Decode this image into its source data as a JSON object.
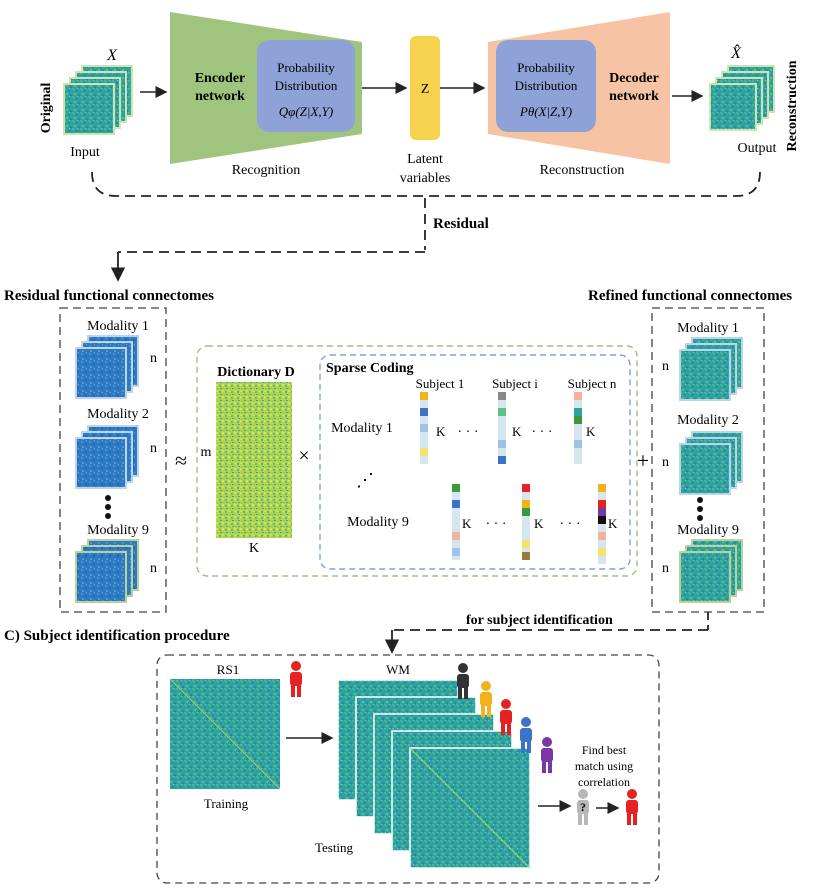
{
  "vae": {
    "input_symbol": "X",
    "output_symbol": "X̂",
    "original_label": "Original",
    "input_label": "Input",
    "encoder_label_1": "Encoder",
    "encoder_label_2": "network",
    "enc_prob_1": "Probability",
    "enc_prob_2": "Distribution",
    "enc_formula": "Qφ(Z|X,Y)",
    "latent_symbol": "Z",
    "latent_label_1": "Latent",
    "latent_label_2": "variables",
    "dec_prob_1": "Probability",
    "dec_prob_2": "Distribution",
    "dec_formula": "Pθ(X|Z,Y)",
    "decoder_label_1": "Decoder",
    "decoder_label_2": "network",
    "output_label": "Output",
    "reconstruction_side_label": "Reconstruction",
    "recognition_label": "Recognition",
    "reconstruction_label": "Reconstruction",
    "residual_label": "Residual"
  },
  "decomposition": {
    "residual_title": "Residual functional connectomes",
    "refined_title": "Refined functional connectomes",
    "modality_1": "Modality 1",
    "modality_2": "Modality 2",
    "modality_9": "Modality 9",
    "n_label": "n",
    "approx_symbol": "≈",
    "times_symbol": "×",
    "plus_symbol": "+",
    "dictionary_title": "Dictionary D",
    "m_label": "m",
    "k_label": "K",
    "sparse_title": "Sparse Coding",
    "subject_1": "Subject 1",
    "subject_i": "Subject i",
    "subject_n": "Subject n",
    "row_modality_1": "Modality 1",
    "row_modality_9": "Modality 9",
    "dots_h": "· · ·",
    "dots_v": "⋰"
  },
  "identification": {
    "section_title": "C) Subject identification procedure",
    "for_subject_label": "for subject identification",
    "rs1_label": "RS1",
    "training_label": "Training",
    "wm_label": "WM",
    "testing_label": "Testing",
    "find_1": "Find best",
    "find_2": "match using",
    "find_3": "correlation",
    "question": "?"
  },
  "colors": {
    "encoder_green": "#9fc47d",
    "decoder_peach": "#f6c3a5",
    "prob_box_blue": "#8ea2d8",
    "latent_yellow": "#f7d24d",
    "matrix_teal": "#2f9e9a",
    "matrix_blue": "#2d73c7",
    "person_red": "#e52222",
    "person_black": "#333333",
    "person_yellow": "#f2b21b",
    "person_blue": "#3a74c9",
    "person_purple": "#7b36a6",
    "person_gray": "#b8b8b8"
  }
}
